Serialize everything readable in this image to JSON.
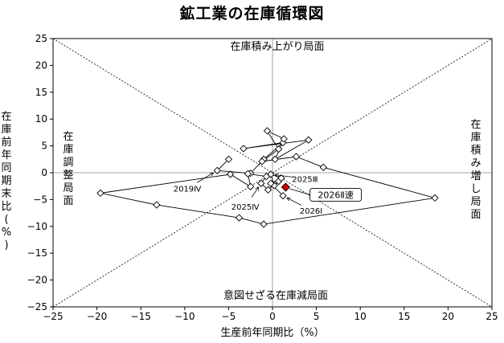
{
  "chart_data": {
    "type": "scatter",
    "title": "鉱工業の在庫循環図",
    "xlabel": "生産前年同期比（%）",
    "ylabel": "在庫前年同期末比（%）",
    "xlim": [
      -25,
      25
    ],
    "ylim": [
      -25,
      25
    ],
    "x_ticks": [
      -25,
      -20,
      -15,
      -10,
      -5,
      0,
      5,
      10,
      15,
      20,
      25
    ],
    "y_ticks": [
      -25,
      -20,
      -15,
      -10,
      -5,
      0,
      5,
      10,
      15,
      20,
      25
    ],
    "x_tick_labels": [
      "−25",
      "−20",
      "−15",
      "−10",
      "−5",
      "0",
      "5",
      "10",
      "15",
      "20",
      "25"
    ],
    "y_tick_labels": [
      "−25",
      "−20",
      "−15",
      "−10",
      "−5",
      "0",
      "5",
      "10",
      "15",
      "20",
      "25"
    ],
    "grid": false,
    "region_labels": {
      "top": "在庫積み上がり局面",
      "bottom": "意図せざる在庫減局面",
      "left": "在庫調整局面",
      "right": "在庫積み増し局面"
    },
    "series": [
      {
        "points": [
          {
            "x": -5,
            "y": 2.5
          },
          {
            "x": -6.3,
            "y": 0.4
          },
          {
            "x": -2.5,
            "y": -0.1
          },
          {
            "x": -1.0,
            "y": 2.5
          },
          {
            "x": 1.2,
            "y": 5.6
          },
          {
            "x": -3.3,
            "y": 4.5
          },
          {
            "x": 4.1,
            "y": 6.1
          },
          {
            "x": 0.3,
            "y": 2.5
          },
          {
            "x": 1.3,
            "y": 6.3
          },
          {
            "x": -0.6,
            "y": 7.8
          },
          {
            "x": 0.7,
            "y": 4.4
          },
          {
            "x": -1.2,
            "y": 2.1
          },
          {
            "x": 2.7,
            "y": 3.0
          },
          {
            "x": 5.8,
            "y": 1.0
          },
          {
            "x": 18.5,
            "y": -4.7
          },
          {
            "x": -1.0,
            "y": -9.6
          },
          {
            "x": -3.8,
            "y": -8.4
          },
          {
            "x": -13.2,
            "y": -6.0
          },
          {
            "x": -19.6,
            "y": -3.8
          },
          {
            "x": -4.8,
            "y": -0.3
          },
          {
            "x": -2.5,
            "y": -2.6
          },
          {
            "x": -2.8,
            "y": -0.2
          },
          {
            "x": -0.7,
            "y": -0.7
          },
          {
            "x": -1.3,
            "y": -2.0
          },
          {
            "x": -0.5,
            "y": -3.2
          },
          {
            "x": 0.7,
            "y": -1.6
          },
          {
            "x": 0.2,
            "y": -2.4
          },
          {
            "x": -0.2,
            "y": -0.3
          },
          {
            "x": 1.0,
            "y": -1.0
          },
          {
            "x": -0.2,
            "y": -2.0
          },
          {
            "x": 1.2,
            "y": -4.3
          }
        ]
      }
    ],
    "highlight": {
      "x": 1.5,
      "y": -2.7,
      "color": "#cc0000"
    },
    "annotations": [
      {
        "label": "2019Ⅳ",
        "x": -6.3,
        "y": 0.4,
        "tx": -9.7,
        "ty": -2.9
      },
      {
        "label": "2025Ⅳ",
        "x": -1.3,
        "y": -2.0,
        "tx": -3.1,
        "ty": -6.3
      },
      {
        "label": "2025Ⅲ",
        "x": -0.2,
        "y": -0.3,
        "tx": 3.7,
        "ty": -1.1
      },
      {
        "label": "2026Ⅰ",
        "x": 1.2,
        "y": -4.3,
        "tx": 4.4,
        "ty": -7.0
      },
      {
        "label": "2026Ⅱ速",
        "x": 1.5,
        "y": -2.7,
        "tx": 7.2,
        "ty": -4.1,
        "boxed": true
      }
    ]
  }
}
